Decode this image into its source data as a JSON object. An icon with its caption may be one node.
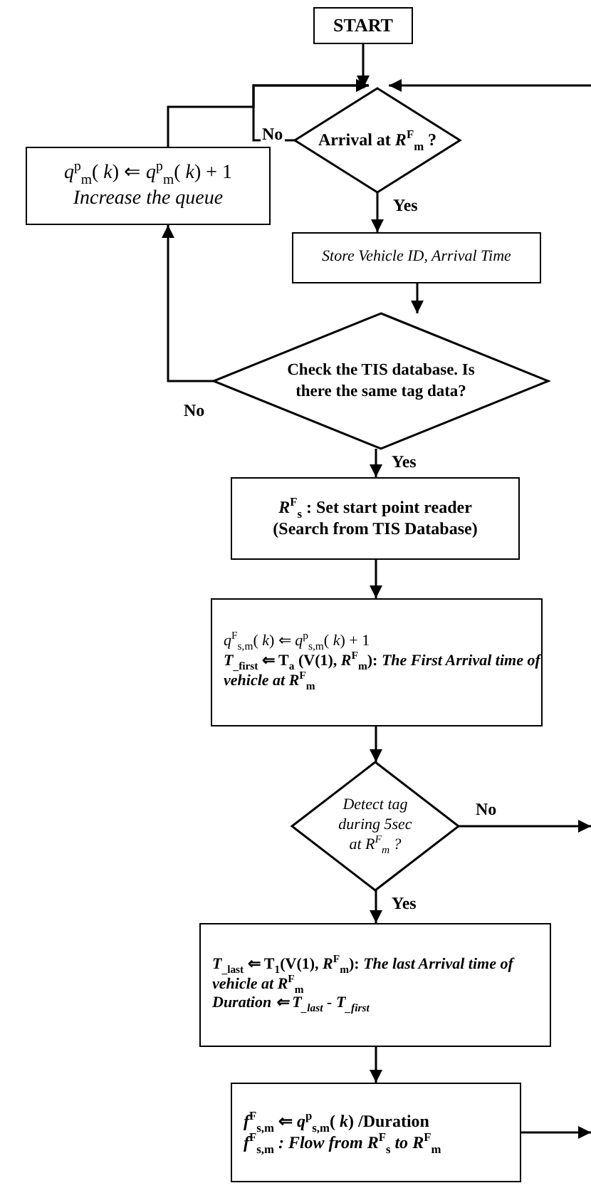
{
  "diagram": {
    "nodes": [
      {
        "text": [
          "START"
        ]
      },
      {
        "text": [
          "Arrival at *R*$^{F}$$_{m}$ ?"
        ]
      },
      {
        "text": [
          "*q*$^{p}$$_{m}$( *k*) ⇐ *q*$^{p}$$_{m}$( *k*) + 1",
          "Increase the queue"
        ]
      },
      {
        "text": [
          "Store Vehicle ID, Arrival Time"
        ]
      },
      {
        "text": [
          "Check the TIS database. Is there the same tag data?"
        ]
      },
      {
        "text": [
          "*R*$^{F}$$_{s}$ : Set start point reader",
          "(Search from TIS Database)"
        ]
      },
      {
        "text": [
          "*q*$^{F}$$_{s,m}$( *k*) ⇐ *q*$^{p}$$_{s,m}$( *k*) + 1",
          "*T*$_{_first}$ ⇐ T$_{a}$ (V(1), *R*$^{F}$$_{m}$): *The First Arrival time of vehicle at* *R*$^{F}$$_{m}$"
        ]
      },
      {
        "text": [
          "Detect tag during 5sec at *R*$^{F}$$_{m}$ ?"
        ]
      },
      {
        "text": [
          "*T*$_{_last}$ ⇐ T$_{1}$(V(1), *R*$^{F}$$_{m}$): *The last Arrival time of vehicle at* *R*$^{F}$$_{m}$",
          "*Duration* ⇐ *T*$_{_last}$ - *T*$_{_first}$"
        ]
      },
      {
        "text": [
          "*f*$^{F}$$_{s,m}$ ⇐ *q*$^{p}$$_{s,m}$( *k*) /Duration",
          "*f*$^{F}$$_{s,m}$ *: Flow from* *R*$^{F}$$_{s}$ *to* *R*$^{F}$$_{m}$"
        ]
      }
    ],
    "edges": [
      {
        "from": 0,
        "to": 1,
        "arrow": "to"
      },
      {
        "from": 1,
        "to": 1,
        "arrow": "to",
        "label": "No"
      },
      {
        "from": 2,
        "to": 1,
        "arrow": "to"
      },
      {
        "from": null,
        "to": 1,
        "arrow": "to"
      },
      {
        "from": 1,
        "to": 3,
        "arrow": "to",
        "label": "Yes"
      },
      {
        "from": 3,
        "to": 4,
        "arrow": "to"
      },
      {
        "from": 4,
        "to": 2,
        "arrow": "to",
        "label": "No"
      },
      {
        "from": 4,
        "to": 5,
        "arrow": "to",
        "label": "Yes"
      },
      {
        "from": 5,
        "to": 6,
        "arrow": "to"
      },
      {
        "from": 6,
        "to": 7,
        "arrow": "to"
      },
      {
        "from": 7,
        "to": null,
        "arrow": "to",
        "label": "No"
      },
      {
        "from": 7,
        "to": 8,
        "arrow": "to",
        "label": "Yes"
      },
      {
        "from": 8,
        "to": 9,
        "arrow": "to"
      },
      {
        "from": 9,
        "to": null,
        "arrow": "to"
      }
    ]
  }
}
